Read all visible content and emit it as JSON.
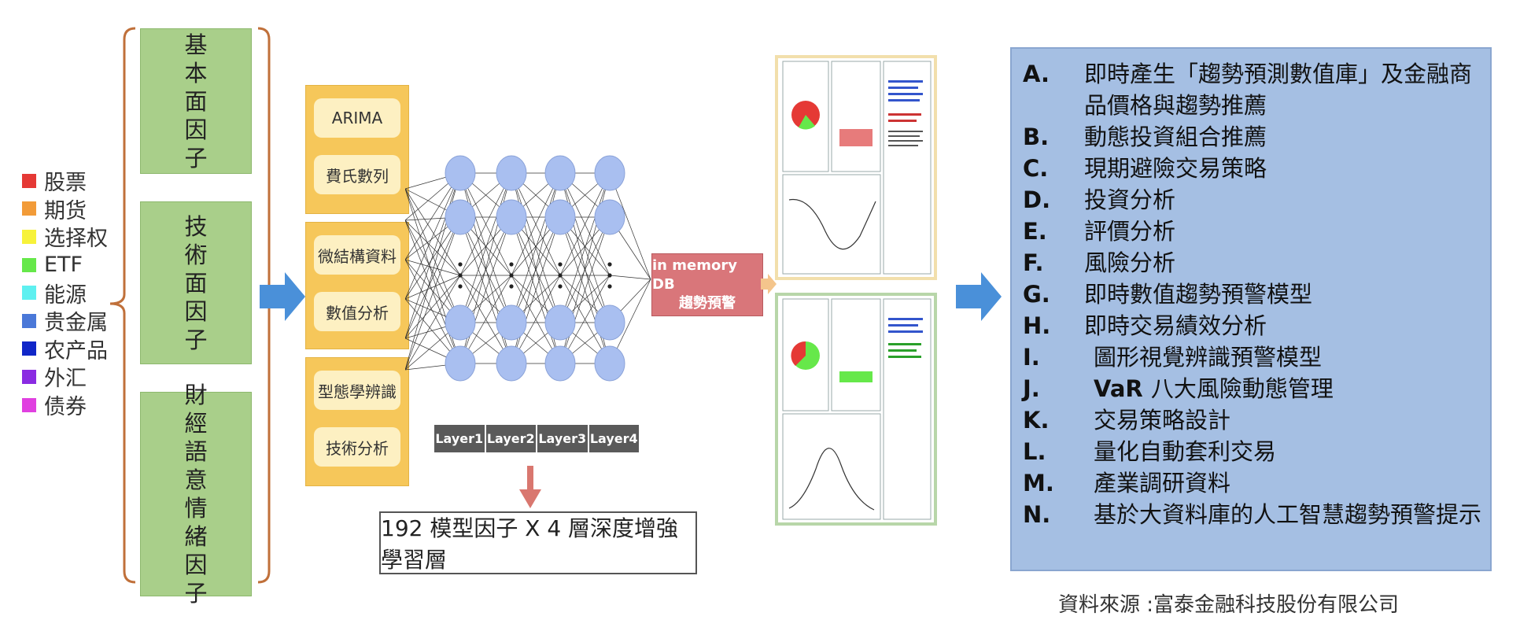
{
  "legend": [
    {
      "label": "股票",
      "color": "#e53935"
    },
    {
      "label": "期货",
      "color": "#f29b38"
    },
    {
      "label": "选择权",
      "color": "#f7f23a"
    },
    {
      "label": "ETF",
      "color": "#66e84a"
    },
    {
      "label": "能源",
      "color": "#5ef0f0"
    },
    {
      "label": "贵金属",
      "color": "#4a78d8"
    },
    {
      "label": "农产品",
      "color": "#1026c8"
    },
    {
      "label": "外汇",
      "color": "#8a2be2"
    },
    {
      "label": "债券",
      "color": "#e040e0"
    }
  ],
  "factors": [
    {
      "label": "基本面因子"
    },
    {
      "label": "技術面因子"
    },
    {
      "label": "財經語意情緒因子"
    }
  ],
  "panels": [
    {
      "items": [
        "ARIMA",
        "費氏數列"
      ]
    },
    {
      "items": [
        "微結構資料",
        "數值分析"
      ]
    },
    {
      "items": [
        "型態學辨識",
        "技術分析"
      ]
    }
  ],
  "layers": [
    "Layer1",
    "Layer2",
    "Layer3",
    "Layer4"
  ],
  "memory_db": {
    "line1": "in memory DB",
    "line2": "趨勢預警"
  },
  "caption": "192 模型因子 X 4 層深度增強學習層",
  "results": [
    {
      "key": "A.",
      "text": "即時產生「趨勢預測數值庫」及金融商品價格與趨勢推薦"
    },
    {
      "key": "B.",
      "text": "動態投資組合推薦"
    },
    {
      "key": "C.",
      "text": "現期避險交易策略"
    },
    {
      "key": "D.",
      "text": "投資分析"
    },
    {
      "key": "E.",
      "text": "評價分析"
    },
    {
      "key": "F.",
      "text": "風險分析"
    },
    {
      "key": "G.",
      "text": "即時數值趨勢預警模型"
    },
    {
      "key": "H.",
      "text": "即時交易績效分析"
    },
    {
      "key": "I.",
      "text": "圖形視覺辨識預警模型"
    },
    {
      "key": "J.",
      "text_bold": "VaR",
      "text": "八大風險動態管理"
    },
    {
      "key": "K.",
      "text": "交易策略設計"
    },
    {
      "key": "L.",
      "text": "量化自動套利交易"
    },
    {
      "key": "M.",
      "text": "產業調研資料"
    },
    {
      "key": "N.",
      "text": "基於大資料庫的人工智慧趨勢預警提示"
    }
  ],
  "source": "資料來源 :富泰金融科技股份有限公司",
  "colors": {
    "factor_green": "#a9cf8a",
    "panel_gold": "#f6c75a",
    "node_blue": "#a9bff0",
    "arrow_blue": "#4a90d9",
    "arrow_red": "#d9776f",
    "results_blue": "#a5bfe3"
  }
}
